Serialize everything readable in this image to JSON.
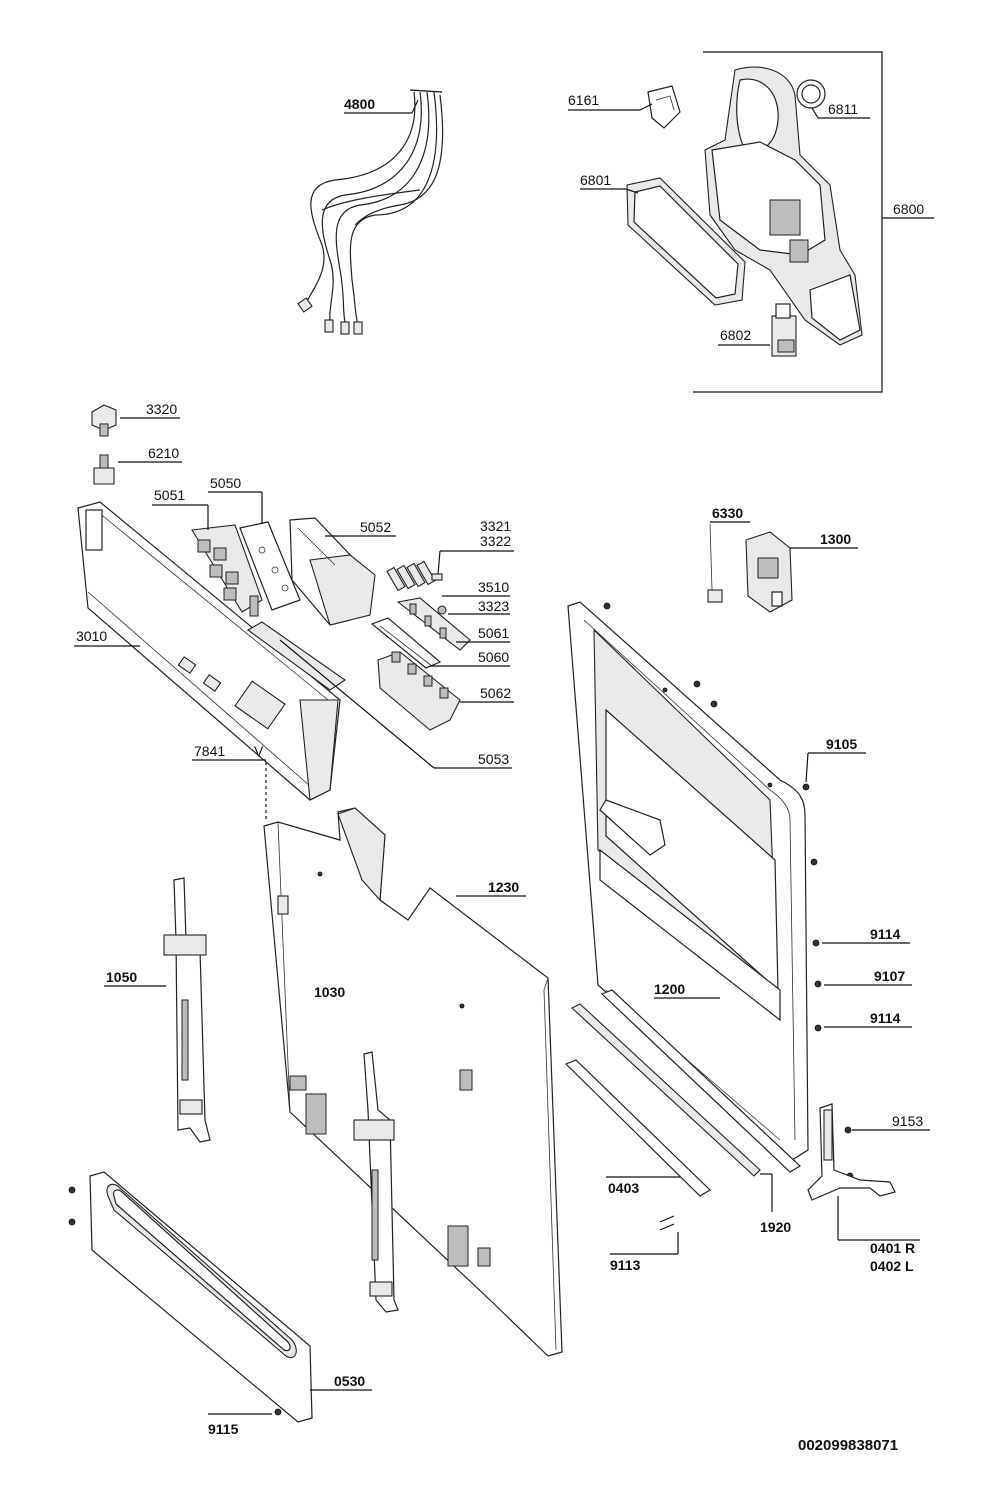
{
  "labels": {
    "l4800": "4800",
    "l6161": "6161",
    "l6811": "6811",
    "l6801": "6801",
    "l6800": "6800",
    "l6802": "6802",
    "l3320": "3320",
    "l6210": "6210",
    "l5051": "5051",
    "l5050": "5050",
    "l5052": "5052",
    "l3321": "3321",
    "l3322": "3322",
    "l3510": "3510",
    "l3323": "3323",
    "l5061": "5061",
    "l5060": "5060",
    "l5062": "5062",
    "l3010": "3010",
    "l7841": "7841",
    "l7841v": "V",
    "l5053": "5053",
    "l6330": "6330",
    "l1300": "1300",
    "l9105": "9105",
    "l1230": "1230",
    "l1050": "1050",
    "l1030": "1030",
    "l9114a": "9114",
    "l9107": "9107",
    "l1200": "1200",
    "l9114b": "9114",
    "l9153": "9153",
    "l0403": "0403",
    "l1920": "1920",
    "l9113": "9113",
    "l0401": "0401 R",
    "l0402": "0402 L",
    "l0530": "0530",
    "l9115": "9115"
  },
  "document_number": "002099838071"
}
